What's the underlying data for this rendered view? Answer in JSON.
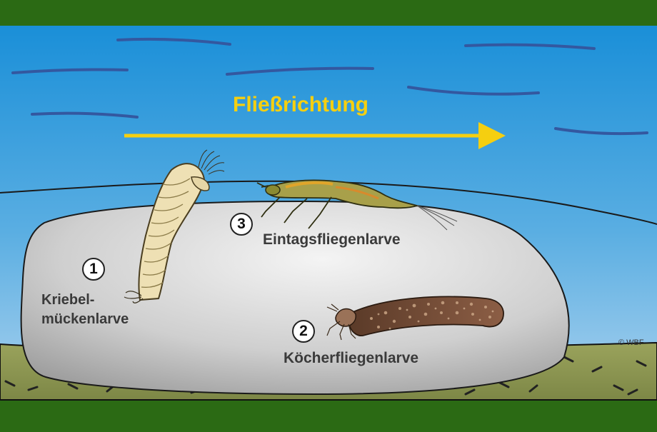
{
  "flow": {
    "label": "Fließrichtung"
  },
  "larvae": [
    {
      "number": "1",
      "name_line1": "Kriebel-",
      "name_line2": "mückenlarve"
    },
    {
      "number": "2",
      "name": "Köcherfliegenlarve"
    },
    {
      "number": "3",
      "name": "Eintagsfliegenlarve"
    }
  ],
  "copyright": "© WBF",
  "colors": {
    "frame": "#2b6a14",
    "water_top": "#1a8fd8",
    "water_bottom": "#9fcbea",
    "wave": "#3358a0",
    "arrow": "#f5cf10",
    "stone": "#c8c8c8",
    "ground": "#8f9a52"
  }
}
